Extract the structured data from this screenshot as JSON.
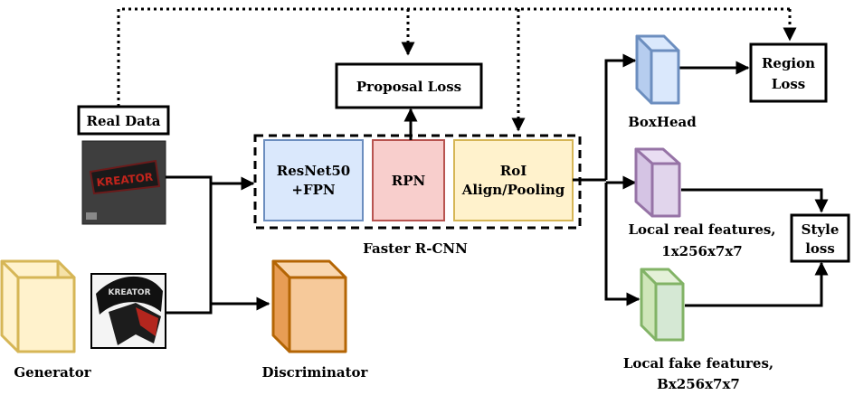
{
  "diagram": {
    "real_data": "Real Data",
    "proposal_loss": "Proposal Loss",
    "backbone_line1": "ResNet50",
    "backbone_line2": "+FPN",
    "rpn": "RPN",
    "roi_line1": "RoI",
    "roi_line2": "Align/Pooling",
    "faster_rcnn": "Faster R-CNN",
    "boxhead": "BoxHead",
    "region_loss_line1": "Region",
    "region_loss_line2": "Loss",
    "local_real_line1": "Local real features,",
    "local_real_line2": "1x256x7x7",
    "style_loss_line1": "Style",
    "style_loss_line2": "loss",
    "local_fake_line1": "Local fake features,",
    "local_fake_line2": "Bx256x7x7",
    "generator": "Generator",
    "discriminator": "Discriminator",
    "real_image_text": "KREATOR",
    "fake_image_text": "KREATOR"
  },
  "colors": {
    "backbone_fill": "#dae8fc",
    "backbone_stroke": "#6c8ebf",
    "rpn_fill": "#f8cecc",
    "rpn_stroke": "#b85450",
    "roi_fill": "#fff2cc",
    "roi_stroke": "#d6b656",
    "boxhead_cube": "#b6cdef",
    "local_real_cube": "#d5c4e4",
    "local_fake_cube": "#cfe6b9",
    "generator_cube": "#fff2cc",
    "discriminator_cube": "#f6c99a"
  }
}
